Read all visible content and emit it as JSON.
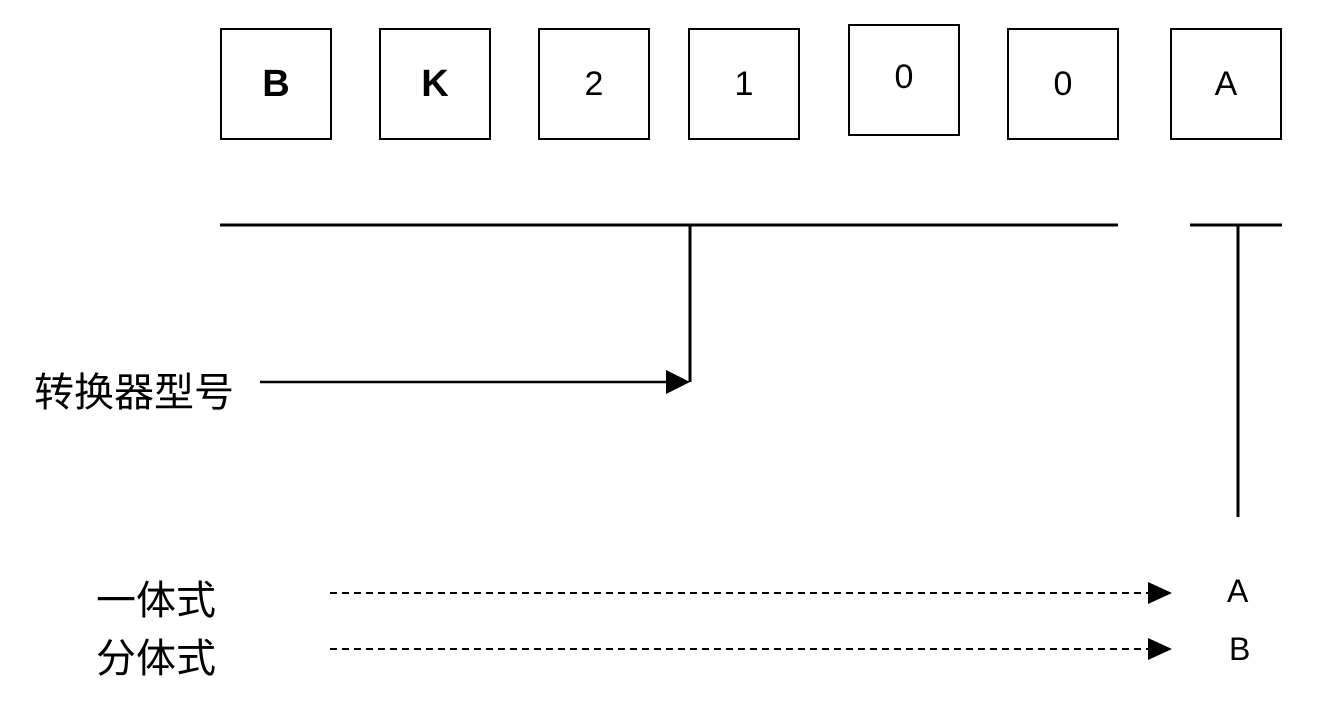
{
  "code_chars": [
    "B",
    "K",
    "2",
    "1",
    "0",
    "0",
    "A"
  ],
  "labels": {
    "model": "转换器型号",
    "integrated": "一体式",
    "split": "分体式"
  },
  "options": {
    "integrated_code": "A",
    "split_code": "B"
  }
}
